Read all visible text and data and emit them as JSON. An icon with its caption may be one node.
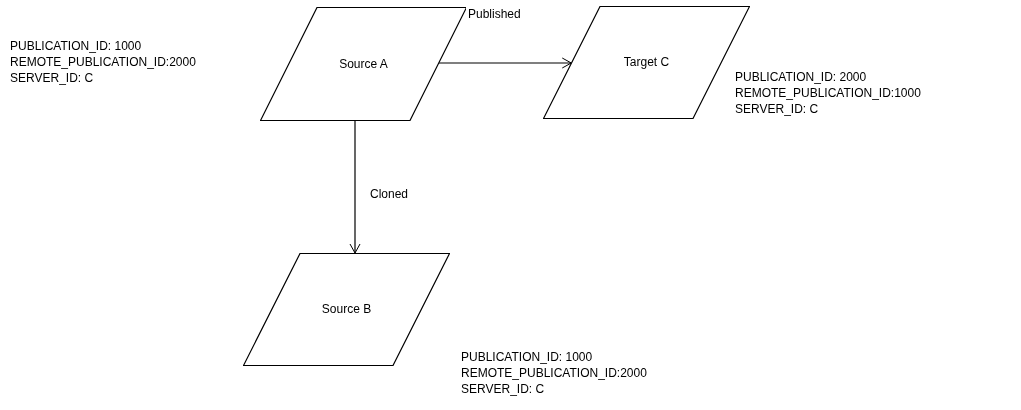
{
  "diagram": {
    "nodes": [
      {
        "text": [
          "Source A"
        ],
        "beside": [
          "PUBLICATION_ID: 1000",
          "REMOTE_PUBLICATION_ID:2000",
          "SERVER_ID: C"
        ]
      },
      {
        "text": [
          "Target C"
        ],
        "beside": [
          "PUBLICATION_ID: 2000",
          "REMOTE_PUBLICATION_ID:1000",
          "SERVER_ID: C"
        ]
      },
      {
        "text": [
          "Source B"
        ],
        "beside": [
          "PUBLICATION_ID: 1000",
          "REMOTE_PUBLICATION_ID:2000",
          "SERVER_ID: C"
        ]
      }
    ],
    "edges": [
      {
        "from": 0,
        "to": 1,
        "arrow": "to",
        "label": "Published"
      },
      {
        "from": 0,
        "to": 2,
        "arrow": "to",
        "label": "Cloned"
      }
    ]
  }
}
